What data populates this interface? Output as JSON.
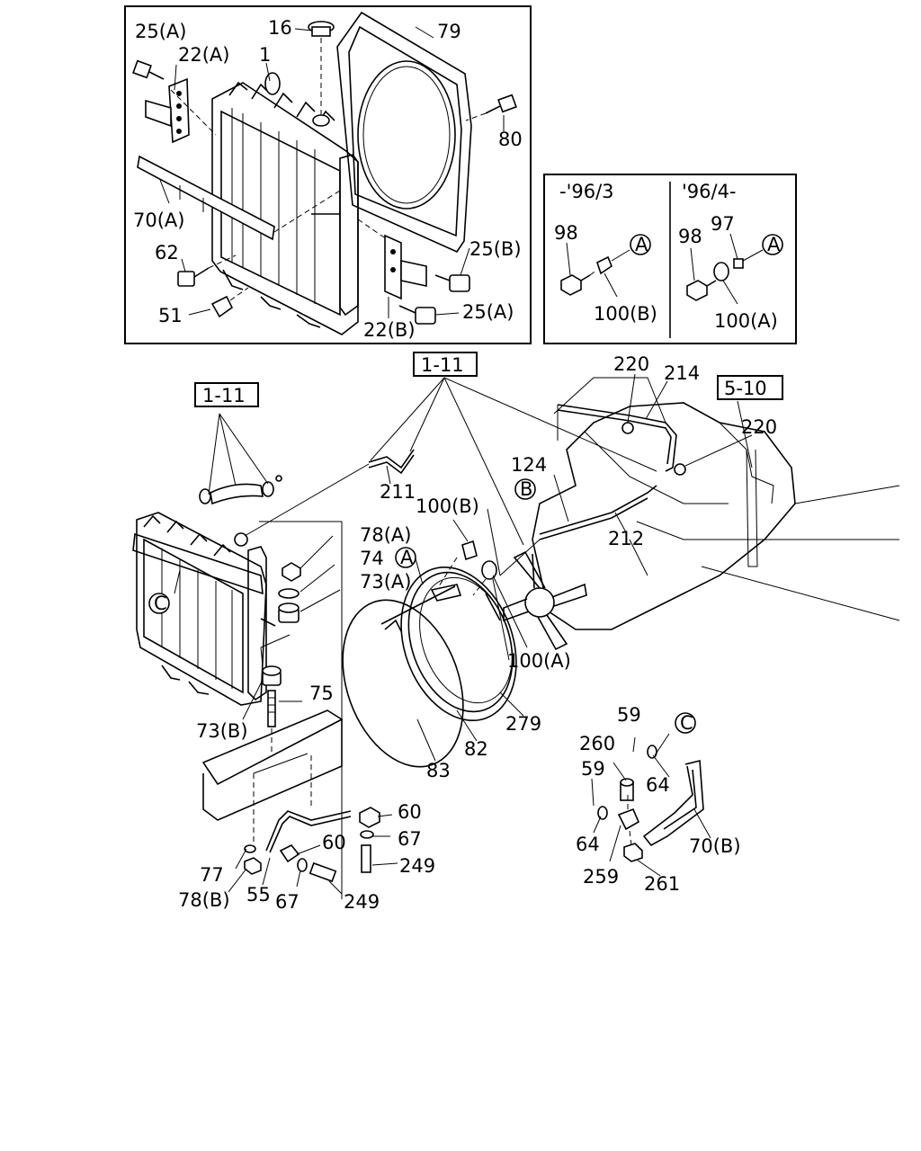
{
  "labels": {
    "l_25a_top": "25(A)",
    "l_22a": "22(A)",
    "l_16": "16",
    "l_79": "79",
    "l_1": "1",
    "l_80": "80",
    "l_70a": "70(A)",
    "l_62": "62",
    "l_25b": "25(B)",
    "l_51": "51",
    "l_22b": "22(B)",
    "l_25a_bot": "25(A)",
    "l_period_old": "-'96/3",
    "l_period_new": "'96/4-",
    "l_98_left": "98",
    "l_100b_inset": "100(B)",
    "l_98_right": "98",
    "l_97": "97",
    "l_100a_inset": "100(A)",
    "l_ref_111_top": "1-11",
    "l_ref_111_left": "1-11",
    "l_ref_510": "5-10",
    "l_220_top": "220",
    "l_214": "214",
    "l_220_right": "220",
    "l_124": "124",
    "l_211": "211",
    "l_100b_main": "100(B)",
    "l_212": "212",
    "l_78a": "78(A)",
    "l_74": "74",
    "l_73a": "73(A)",
    "l_100a_main": "100(A)",
    "l_73b": "73(B)",
    "l_75": "75",
    "l_279": "279",
    "l_82": "82",
    "l_83": "83",
    "l_60_a": "60",
    "l_60_b": "60",
    "l_67_a": "67",
    "l_67_b": "67",
    "l_249_a": "249",
    "l_249_b": "249",
    "l_77": "77",
    "l_78b": "78(B)",
    "l_55": "55",
    "l_59_a": "59",
    "l_59_b": "59",
    "l_260": "260",
    "l_64_a": "64",
    "l_64_b": "64",
    "l_259": "259",
    "l_261": "261",
    "l_70b": "70(B)"
  },
  "callouts": {
    "a_inset_left": "A",
    "a_inset_right": "A",
    "a_main": "A",
    "b_main": "B",
    "c_main": "C",
    "c_pipe": "C"
  }
}
